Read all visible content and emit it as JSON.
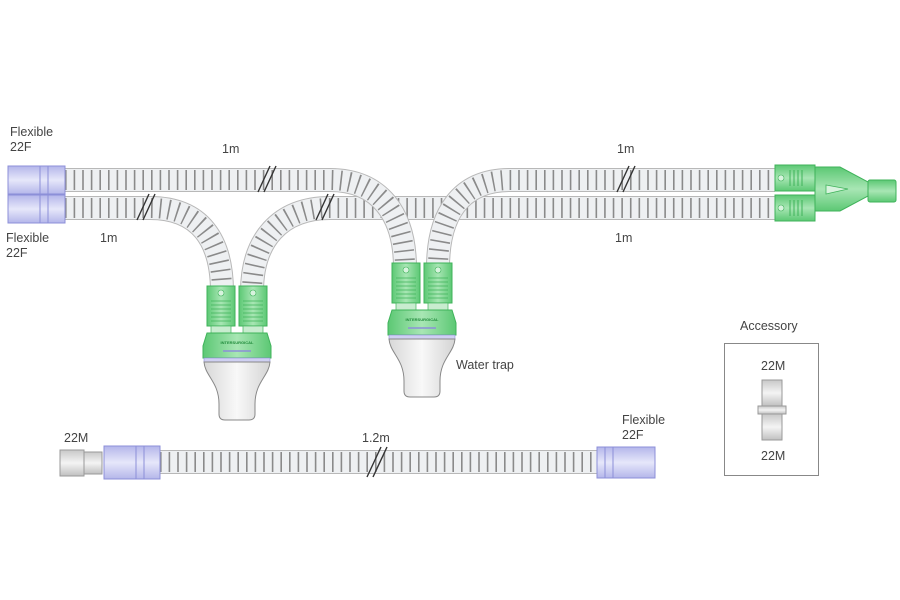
{
  "labels": {
    "top_left_connector": {
      "line1": "Flexible",
      "line2": "22F"
    },
    "bottom_left_connector": {
      "line1": "Flexible",
      "line2": "22F"
    },
    "top_left_length": "1m",
    "bottom_left_length": "1m",
    "top_right_length": "1m",
    "bottom_right_length": "1m",
    "water_trap": "Water trap",
    "single_limb": {
      "left_connector": "22M",
      "length": "1.2m",
      "right_connector": {
        "line1": "Flexible",
        "line2": "22F"
      }
    },
    "accessory": {
      "title": "Accessory",
      "top": "22M",
      "bottom": "22M"
    }
  },
  "logo_text": "INTERSURGICAL",
  "colors": {
    "tube": "#eef0f2",
    "coil": "#8a8a8a",
    "green_connector": "#7fd690",
    "green_dark": "#3fb35a",
    "blue_connector": "#cfd0f2",
    "blue_dark": "#8c8fd8",
    "trap_body": "#ececec",
    "text": "#444444"
  }
}
